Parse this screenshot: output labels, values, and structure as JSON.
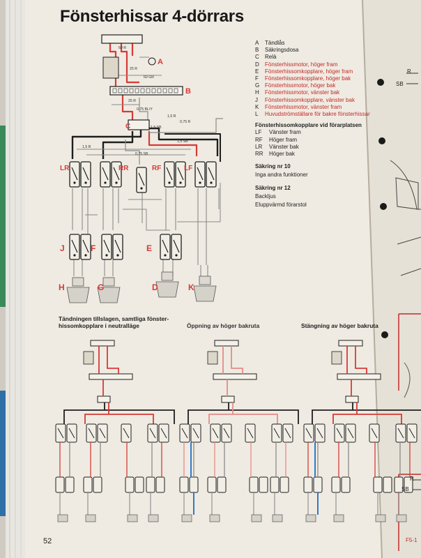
{
  "title": "Fönsterhissar 4-dörrars",
  "legend": [
    {
      "code": "A",
      "text": "Tändlås"
    },
    {
      "code": "B",
      "text": "Säkringsdosa"
    },
    {
      "code": "C",
      "text": "Relä"
    },
    {
      "code": "D",
      "text": "Fönsterhissmotor, höger fram"
    },
    {
      "code": "E",
      "text": "Fönsterhissomkopplare, höger fram"
    },
    {
      "code": "F",
      "text": "Fönsterhissomkopplare, höger bak"
    },
    {
      "code": "G",
      "text": "Fönsterhissmotor, höger bak"
    },
    {
      "code": "H",
      "text": "Fönsterhissmotor, vänster bak"
    },
    {
      "code": "J",
      "text": "Fönsterhissomkopplare, vänster bak"
    },
    {
      "code": "K",
      "text": "Fönsterhissmotor, vänster fram"
    },
    {
      "code": "L",
      "text": "Huvudströmställare för bakre fönsterhissar"
    }
  ],
  "driver_switch_section": {
    "title": "Fönsterhissomkopplare vid förarplatsen",
    "items": [
      {
        "code": "LF",
        "text": "Vänster fram"
      },
      {
        "code": "RF",
        "text": "Höger fram"
      },
      {
        "code": "LR",
        "text": "Vänster bak"
      },
      {
        "code": "RR",
        "text": "Höger bak"
      }
    ]
  },
  "fuses": [
    {
      "title": "Säkring nr 10",
      "lines": [
        "Inga andra funktioner"
      ]
    },
    {
      "title": "Säkring nr 12",
      "lines": [
        "Backljus",
        "Eluppvärmd förarstol"
      ]
    }
  ],
  "diagram": {
    "component_labels": {
      "A": "A",
      "B": "B",
      "C": "C",
      "LR": "LR",
      "RR": "RR",
      "RF": "RF",
      "LF": "LF",
      "J": "J",
      "F": "F",
      "E": "E",
      "H": "H",
      "G": "G",
      "D": "D",
      "K": "K"
    },
    "wire_labels": [
      "60 R",
      "25 R",
      "25 R",
      "60 GR",
      "0,75 BL/Y",
      "1,5 R",
      "0,75 R",
      "1,5 SB",
      "1,5 R",
      "0,75 SB",
      "1,5 SB"
    ]
  },
  "conditions": [
    {
      "text": "Tändningen tillslagen, samtliga fönster-hissomkopplare i neutralläge"
    },
    {
      "text": "Öppning av höger bakruta"
    },
    {
      "text": "Stängning av höger bakruta"
    }
  ],
  "page_number": "52",
  "margin_labels": [
    "R",
    "SB",
    "R",
    "SB",
    "F5-1"
  ],
  "colors": {
    "page": "#efebe2",
    "wire_red": "#d63a38",
    "wire_blue": "#3278c6",
    "wire_black": "#1e1e1e",
    "ink": "#1a1a1a"
  }
}
